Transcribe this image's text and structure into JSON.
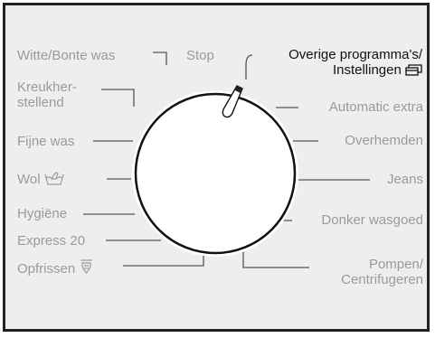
{
  "dial": {
    "programs_left": {
      "witte_bonte": "Witte/Bonte was",
      "kreukherstellend": [
        "Kreukher-",
        "stellend"
      ],
      "fijne_was": "Fijne was",
      "wol": "Wol",
      "hygiene": "Hygiëne",
      "express": "Express 20",
      "opfrissen": "Opfrissen"
    },
    "stop": "Stop",
    "overige": [
      "Overige programma's/",
      "Instellingen"
    ],
    "programs_right": {
      "automatic_extra": "Automatic extra",
      "overhemden": "Overhemden",
      "jeans": "Jeans",
      "donker": "Donker wasgoed",
      "pompen": [
        "Pompen/",
        "Centrifugeren"
      ]
    },
    "colors": {
      "panel": "#eeeeee",
      "text_muted": "#9a9a9a",
      "text_active": "#111111",
      "line": "#555555",
      "dial": "#ffffff",
      "ring": "#111111"
    },
    "icons": {
      "wol": "wool-handwash-icon",
      "opfrissen": "steam-refresh-icon",
      "instellingen": "settings-window-icon"
    }
  }
}
